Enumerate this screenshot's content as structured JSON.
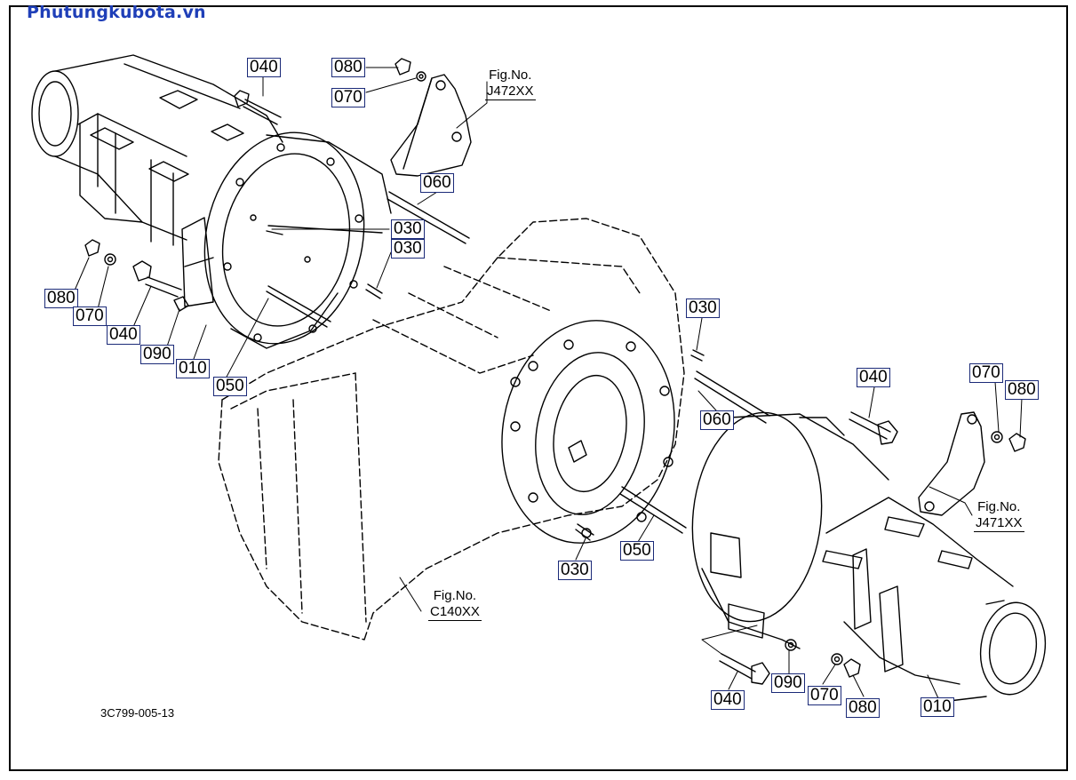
{
  "watermark": "Phutungkubota.vn",
  "drawing_id": "3C799-005-13",
  "callouts": [
    "040",
    "080",
    "070",
    "060",
    "030",
    "030",
    "080",
    "070",
    "040",
    "090",
    "010",
    "050",
    "030",
    "040",
    "070",
    "080",
    "060",
    "050",
    "030",
    "040",
    "090",
    "070",
    "080",
    "010"
  ],
  "fig_refs": [
    {
      "label": "Fig.No.",
      "code": "J472XX"
    },
    {
      "label": "Fig.No.",
      "code": "J471XX"
    },
    {
      "label": "Fig.No.",
      "code": "C140XX"
    }
  ]
}
